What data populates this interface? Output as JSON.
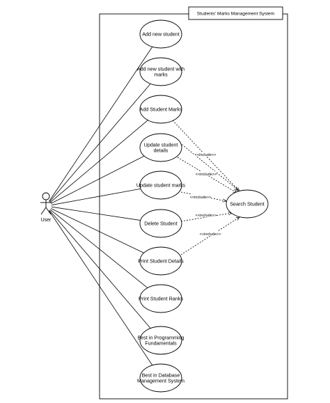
{
  "system": {
    "title": "Students' Marks Management System"
  },
  "actor": {
    "label": "User"
  },
  "use_cases": [
    {
      "id": "add-new-student",
      "lines": [
        "Add new student"
      ]
    },
    {
      "id": "add-new-student-with-marks",
      "lines": [
        "Add new student with",
        "marks"
      ]
    },
    {
      "id": "add-student-marks",
      "lines": [
        "Add Student Marks"
      ]
    },
    {
      "id": "update-student-details",
      "lines": [
        "Update student",
        "details"
      ]
    },
    {
      "id": "update-student-marks",
      "lines": [
        "Update student marks"
      ]
    },
    {
      "id": "delete-student",
      "lines": [
        "Delete Student"
      ]
    },
    {
      "id": "print-student-details",
      "lines": [
        "Print Student Details"
      ]
    },
    {
      "id": "print-student-ranks",
      "lines": [
        "Print Student Ranks"
      ]
    },
    {
      "id": "best-in-programming-fundamentals",
      "lines": [
        "Best in Programming",
        "Fundamentals"
      ]
    },
    {
      "id": "best-in-database-management-system",
      "lines": [
        "Best in Database",
        "Management System"
      ]
    },
    {
      "id": "search-student",
      "lines": [
        "Search Student"
      ]
    }
  ],
  "associations": [
    "add-new-student",
    "add-new-student-with-marks",
    "add-student-marks",
    "update-student-details",
    "update-student-marks",
    "delete-student",
    "print-student-details",
    "print-student-ranks",
    "best-in-programming-fundamentals",
    "best-in-database-management-system"
  ],
  "includes": [
    {
      "from": "add-student-marks",
      "to": "search-student",
      "label": ""
    },
    {
      "from": "update-student-details",
      "to": "search-student",
      "label": "<<include>>"
    },
    {
      "from": "update-student-details",
      "to": "search-student",
      "label": "<<include>>"
    },
    {
      "from": "update-student-marks",
      "to": "search-student",
      "label": "<<include>>"
    },
    {
      "from": "delete-student",
      "to": "search-student",
      "label": "<<include>>"
    },
    {
      "from": "print-student-details",
      "to": "search-student",
      "label": "<<include>>"
    }
  ]
}
